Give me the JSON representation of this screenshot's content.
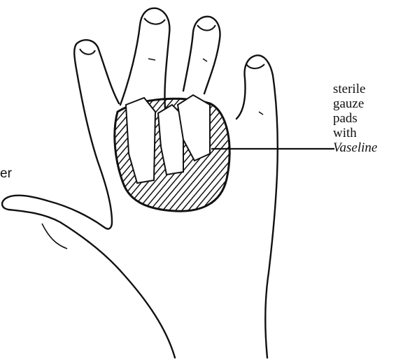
{
  "callout": {
    "lines": [
      "sterile",
      "gauze",
      "pads",
      "with"
    ],
    "emphasis": "Vaseline"
  },
  "left_fragment": "er",
  "colors": {
    "ink": "#111111",
    "paper": "#ffffff"
  },
  "illustration": {
    "subject": "hand-with-burn-dressing-between-fingers",
    "icon": "hand-icon"
  }
}
